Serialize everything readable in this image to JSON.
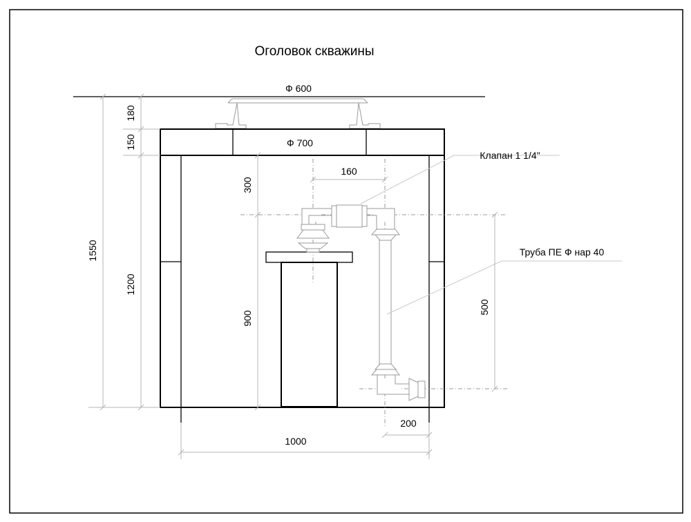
{
  "title": "Оголовок скважины",
  "labels": {
    "cover_diameter": "Ф 600",
    "ring_diameter": "Ф 700",
    "valve": "Клапан 1 1/4\"",
    "pipe": "Труба ПЕ Ф нар 40"
  },
  "dimensions": {
    "d180": "180",
    "d150": "150",
    "d1550": "1550",
    "d1200": "1200",
    "d300": "300",
    "d900": "900",
    "d160": "160",
    "d500": "500",
    "d200": "200",
    "d1000": "1000"
  }
}
